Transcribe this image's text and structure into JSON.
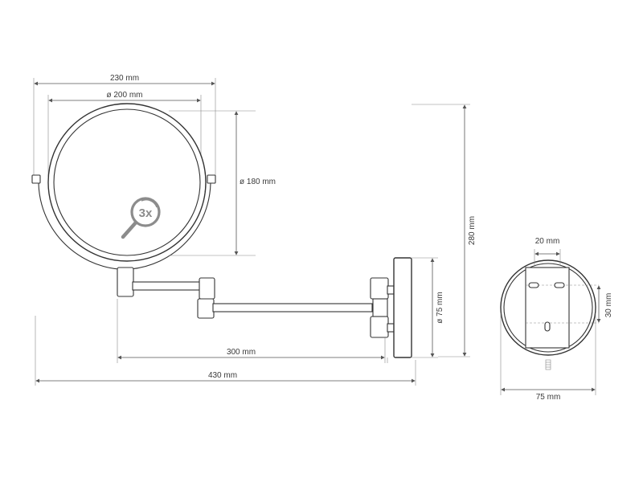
{
  "dimensions": {
    "overall_width": "230 mm",
    "mirror_diameter": "ø 200 mm",
    "glass_diameter": "ø 180 mm",
    "height": "280 mm",
    "arm_reach": "300 mm",
    "total_reach": "430 mm",
    "base_diameter": "ø 75 mm",
    "mount_width": "20 mm",
    "mount_height": "30 mm",
    "base_width": "75 mm"
  },
  "magnification_badge": "3x",
  "colors": {
    "line": "#555555",
    "badge": "#8c8c8c"
  }
}
